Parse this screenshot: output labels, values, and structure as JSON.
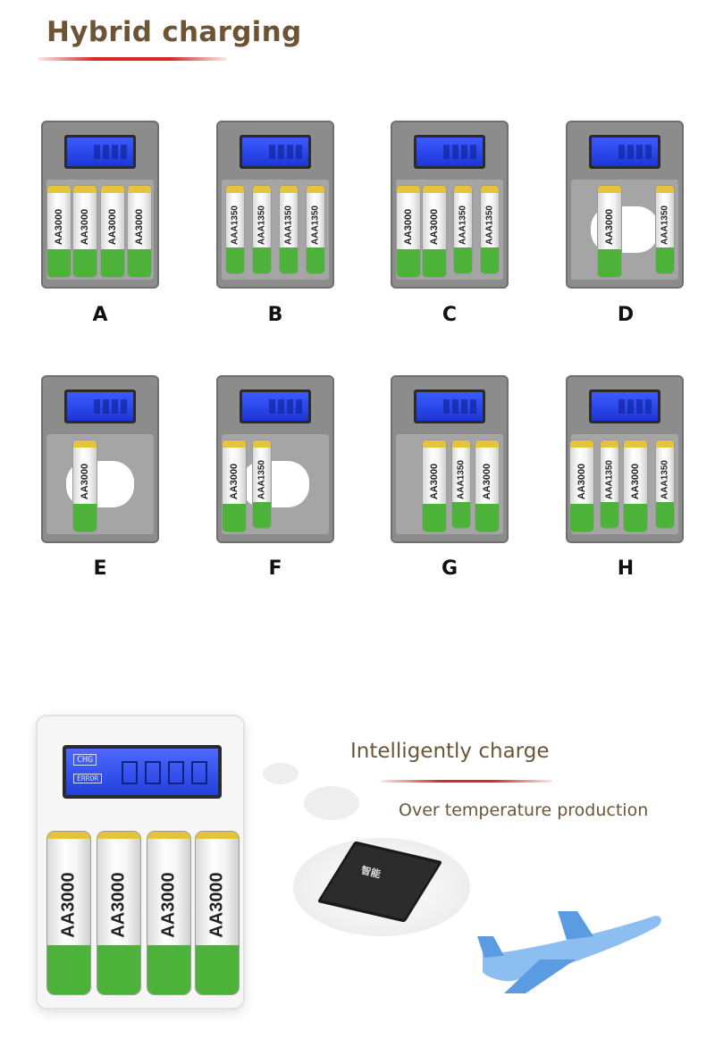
{
  "header": {
    "title": "Hybrid charging"
  },
  "configurations": [
    {
      "label": "A",
      "batteries": [
        "AA3000",
        "AA3000",
        "AA3000",
        "AA3000"
      ]
    },
    {
      "label": "B",
      "batteries": [
        "AAA1350",
        "AAA1350",
        "AAA1350",
        "AAA1350"
      ]
    },
    {
      "label": "C",
      "batteries": [
        "AA3000",
        "AA3000",
        "AAA1350",
        "AAA1350"
      ]
    },
    {
      "label": "D",
      "batteries": [
        "AA3000",
        "AAA1350"
      ]
    },
    {
      "label": "E",
      "batteries": [
        "AA3000"
      ]
    },
    {
      "label": "F",
      "batteries": [
        "AA3000",
        "AAA1350"
      ]
    },
    {
      "label": "G",
      "batteries": [
        "AA3000",
        "AAA1350",
        "AA3000"
      ]
    },
    {
      "label": "H",
      "batteries": [
        "AA3000",
        "AAA1350",
        "AA3000",
        "AAA1350"
      ]
    }
  ],
  "feature": {
    "charger_lcd": {
      "chg": "CHG",
      "error": "ERROR"
    },
    "charger_batteries": [
      "AA3000",
      "AA3000",
      "AA3000",
      "AA3000"
    ],
    "headline": "Intelligently charge",
    "subline": "Over temperature production",
    "chip_text": "智能"
  },
  "colors": {
    "title_brown": "#6d5434",
    "accent_red": "#d32a2a",
    "lcd_blue": "#2140db",
    "battery_green": "#4db23a",
    "charger_gray": "#8c8c8c",
    "plane_blue": "#7fb6ef"
  }
}
